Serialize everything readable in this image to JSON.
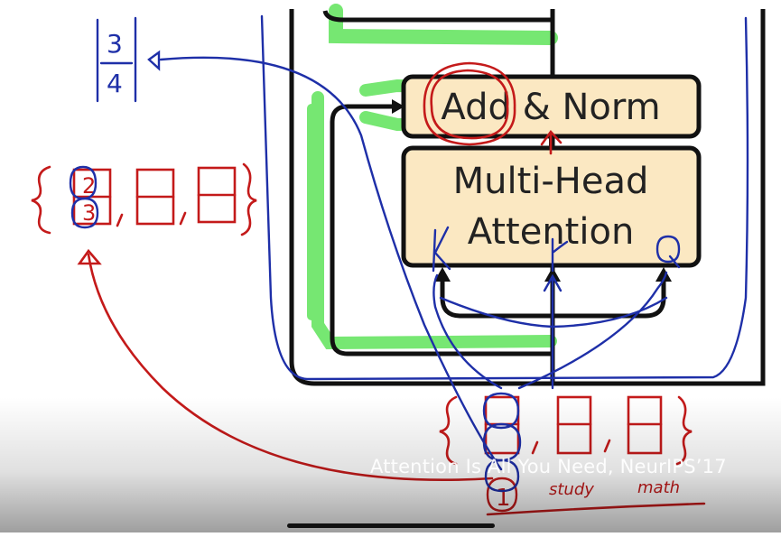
{
  "diagram": {
    "blocks": {
      "add_norm": "Add & Norm",
      "attention_line1": "Multi-Head",
      "attention_line2": "Attention"
    },
    "caption": "Attention Is All You Need, NeurIPS’17",
    "annotations": {
      "fraction_top": "3",
      "fraction_bottom": "4",
      "left_cell_top": "2",
      "left_cell_bottom": "3",
      "bottom_cell": "1",
      "study_note": "study",
      "math_note": "math"
    },
    "colors": {
      "block_fill": "#fbe8c2",
      "highlight": "#5fe35a",
      "ink_blue": "#1e2fa8",
      "ink_red": "#c41a1a",
      "stroke": "#111111"
    }
  }
}
